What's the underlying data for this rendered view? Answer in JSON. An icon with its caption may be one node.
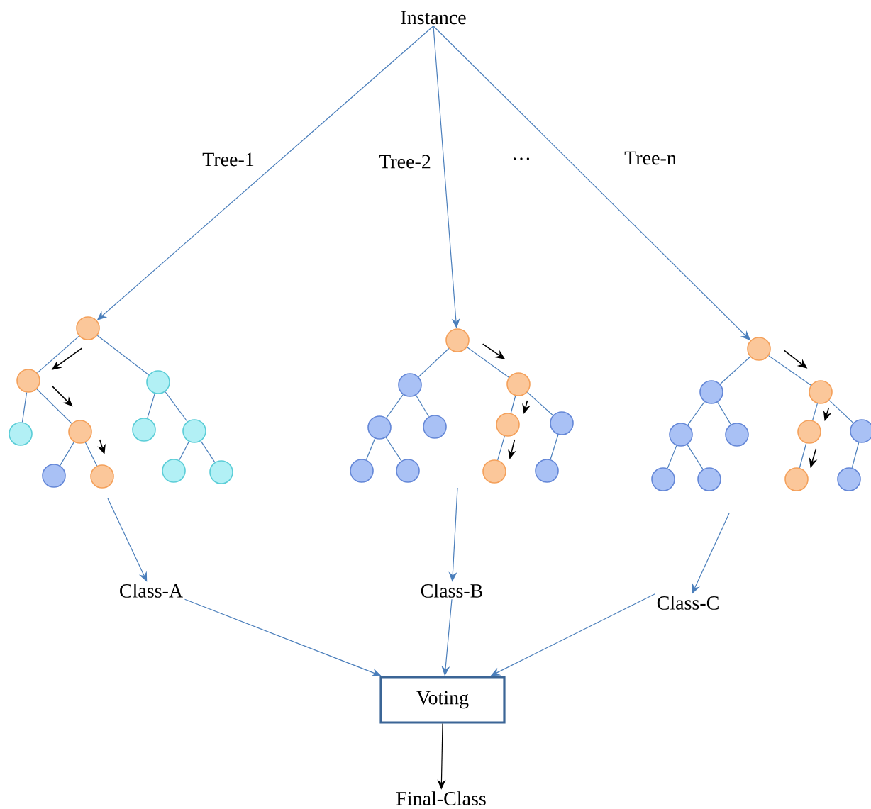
{
  "diagram": {
    "nodes": [
      {
        "text": [
          "Instance"
        ]
      },
      {
        "text": [
          "Class-A"
        ]
      },
      {
        "text": [
          "Class-B"
        ]
      },
      {
        "text": [
          "Class-C"
        ]
      },
      {
        "text": [
          "Voting"
        ]
      },
      {
        "text": [
          "Final-Class"
        ]
      },
      {
        "text": [],
        "shape": "circle"
      },
      {
        "text": [],
        "shape": "circle"
      },
      {
        "text": [],
        "shape": "circle"
      },
      {
        "text": [],
        "shape": "circle"
      },
      {
        "text": [],
        "shape": "circle"
      },
      {
        "text": [],
        "shape": "circle"
      },
      {
        "text": [],
        "shape": "circle"
      },
      {
        "text": [],
        "shape": "circle"
      },
      {
        "text": [],
        "shape": "circle"
      },
      {
        "text": [],
        "shape": "circle"
      },
      {
        "text": [],
        "shape": "circle"
      },
      {
        "text": [],
        "shape": "circle"
      },
      {
        "text": [],
        "shape": "circle"
      },
      {
        "text": [],
        "shape": "circle"
      },
      {
        "text": [],
        "shape": "circle"
      },
      {
        "text": [],
        "shape": "circle"
      },
      {
        "text": [],
        "shape": "circle"
      },
      {
        "text": [],
        "shape": "circle"
      },
      {
        "text": [],
        "shape": "circle"
      },
      {
        "text": [],
        "shape": "circle"
      },
      {
        "text": [],
        "shape": "circle"
      },
      {
        "text": [],
        "shape": "circle"
      },
      {
        "text": [],
        "shape": "circle"
      },
      {
        "text": [],
        "shape": "circle"
      },
      {
        "text": [],
        "shape": "circle"
      },
      {
        "text": [],
        "shape": "circle"
      },
      {
        "text": [],
        "shape": "circle"
      },
      {
        "text": [],
        "shape": "circle"
      },
      {
        "text": [],
        "shape": "circle"
      },
      {
        "text": [],
        "shape": "circle"
      },
      {
        "text": [],
        "shape": "circle"
      },
      {
        "text": [],
        "shape": "circle"
      },
      {
        "text": [],
        "shape": "circle"
      }
    ],
    "edges": [
      {
        "from": 0,
        "to": 6,
        "arrow": "to",
        "label": "Tree-1"
      },
      {
        "from": 0,
        "to": 17,
        "arrow": "to",
        "label": "Tree-2"
      },
      {
        "from": 0,
        "to": 28,
        "arrow": "to",
        "label": "Tree-n"
      },
      {
        "from": null,
        "to": 1,
        "arrow": "to"
      },
      {
        "from": null,
        "to": 2,
        "arrow": "to"
      },
      {
        "from": null,
        "to": 3,
        "arrow": "to"
      },
      {
        "from": 1,
        "to": 4,
        "arrow": "to"
      },
      {
        "from": 2,
        "to": 4,
        "arrow": "to"
      },
      {
        "from": 3,
        "to": 4,
        "arrow": "to"
      },
      {
        "from": 4,
        "to": 5,
        "arrow": "to",
        "color": "#000000"
      },
      {
        "from": 6,
        "to": 7,
        "arrow": "none"
      },
      {
        "from": 6,
        "to": 8,
        "arrow": "none"
      },
      {
        "from": 7,
        "to": 9,
        "arrow": "none"
      },
      {
        "from": 7,
        "to": 10,
        "arrow": "none"
      },
      {
        "from": 8,
        "to": 11,
        "arrow": "none"
      },
      {
        "from": 8,
        "to": 12,
        "arrow": "none"
      },
      {
        "from": 10,
        "to": 13,
        "arrow": "none"
      },
      {
        "from": 10,
        "to": 14,
        "arrow": "none"
      },
      {
        "from": 12,
        "to": 15,
        "arrow": "none"
      },
      {
        "from": 12,
        "to": 16,
        "arrow": "none"
      },
      {
        "from": 17,
        "to": 18,
        "arrow": "none"
      },
      {
        "from": 17,
        "to": 19,
        "arrow": "none"
      },
      {
        "from": 18,
        "to": 20,
        "arrow": "none"
      },
      {
        "from": 18,
        "to": 21,
        "arrow": "none"
      },
      {
        "from": 19,
        "to": 22,
        "arrow": "none"
      },
      {
        "from": 19,
        "to": 23,
        "arrow": "none"
      },
      {
        "from": 20,
        "to": 24,
        "arrow": "none"
      },
      {
        "from": 20,
        "to": 25,
        "arrow": "none"
      },
      {
        "from": 22,
        "to": 26,
        "arrow": "none"
      },
      {
        "from": 23,
        "to": 27,
        "arrow": "none"
      },
      {
        "from": 28,
        "to": 29,
        "arrow": "none"
      },
      {
        "from": 28,
        "to": 30,
        "arrow": "none"
      },
      {
        "from": 29,
        "to": 31,
        "arrow": "none"
      },
      {
        "from": 29,
        "to": 32,
        "arrow": "none"
      },
      {
        "from": 30,
        "to": 33,
        "arrow": "none"
      },
      {
        "from": 30,
        "to": 34,
        "arrow": "none"
      },
      {
        "from": 31,
        "to": 35,
        "arrow": "none"
      },
      {
        "from": 31,
        "to": 36,
        "arrow": "none"
      },
      {
        "from": 33,
        "to": 37,
        "arrow": "none"
      },
      {
        "from": 34,
        "to": 38,
        "arrow": "none"
      }
    ],
    "labels": [
      "…"
    ]
  }
}
